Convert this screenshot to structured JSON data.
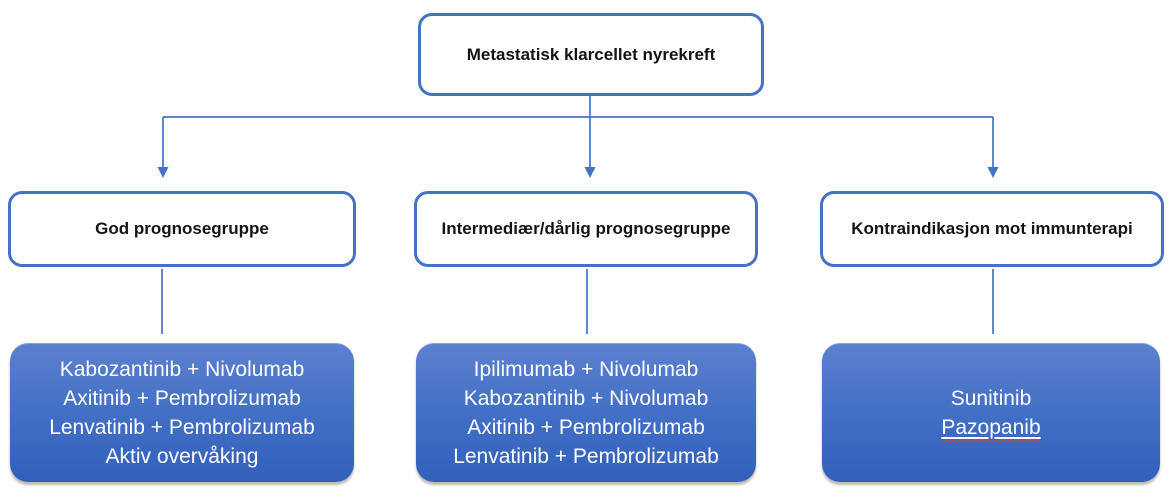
{
  "diagram": {
    "root": {
      "label": "Metastatisk klarcellet nyrekreft"
    },
    "branches": [
      {
        "label": "God prognosegruppe",
        "treatments": [
          "Kabozantinib + Nivolumab",
          "Axitinib + Pembrolizumab",
          "Lenvatinib + Pembrolizumab",
          "Aktiv overvåking"
        ]
      },
      {
        "label": "Intermediær/dårlig prognosegruppe",
        "treatments": [
          "Ipilimumab + Nivolumab",
          "Kabozantinib + Nivolumab",
          "Axitinib + Pembrolizumab",
          "Lenvatinib + Pembrolizumab"
        ]
      },
      {
        "label": "Kontraindikasjon mot immunterapi",
        "treatments": [
          "Sunitinib",
          "Pazopanib"
        ],
        "note": "Pazopanib vises med understreking og rød stavekontroll-bølgelinje"
      }
    ],
    "colors": {
      "connector_blue": "#4472C4",
      "box_border_blue": "#4472C4",
      "treatment_fill_top": "#5d80d0",
      "treatment_fill_bottom": "#3160bc",
      "treatment_text": "#ffffff",
      "header_text": "#141414",
      "spellcheck_wavy": "#cf4437"
    }
  }
}
